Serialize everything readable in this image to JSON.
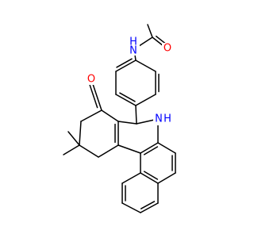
{
  "molecule": {
    "atoms": {
      "amide_n": {
        "symbol": "N",
        "hydrogen": "H",
        "color": "#0000ff"
      },
      "amide_o": {
        "symbol": "O",
        "color": "#ff0000"
      },
      "ring_n": {
        "symbol": "N",
        "hydrogen": "H",
        "color": "#0000ff"
      },
      "ketone_o": {
        "symbol": "O",
        "color": "#ff0000"
      }
    },
    "bond_color": "#000000",
    "background": "#ffffff"
  }
}
